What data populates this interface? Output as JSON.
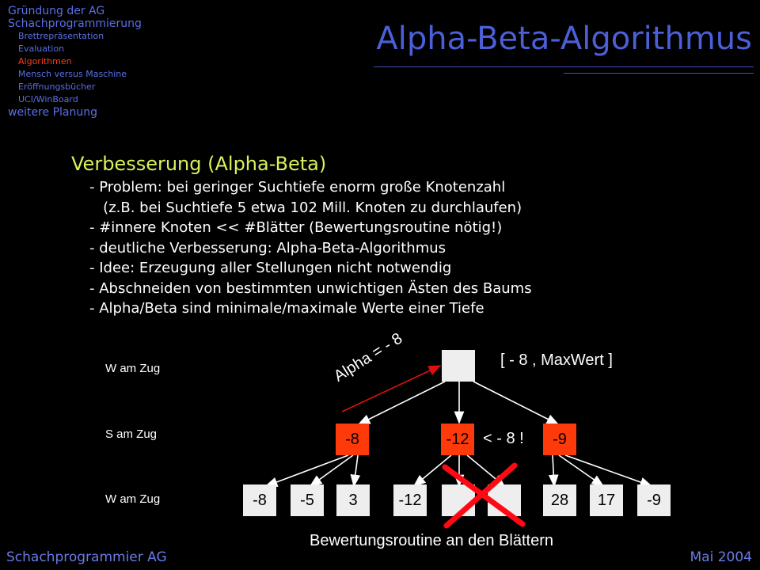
{
  "nav": {
    "items": [
      {
        "label": "Gründung der AG",
        "level": 1,
        "active": false
      },
      {
        "label": "Schachprogrammierung",
        "level": 1,
        "active": false
      },
      {
        "label": "Brettrepräsentation",
        "level": 2,
        "active": false
      },
      {
        "label": "Evaluation",
        "level": 2,
        "active": false
      },
      {
        "label": "Algorithmen",
        "level": 2,
        "active": true
      },
      {
        "label": "Mensch versus Maschine",
        "level": 2,
        "active": false
      },
      {
        "label": "Eröffnungsbücher",
        "level": 2,
        "active": false
      },
      {
        "label": "UCI/WinBoard",
        "level": 2,
        "active": false
      },
      {
        "label": "weitere Planung",
        "level": 1,
        "active": false
      }
    ]
  },
  "title": "Alpha-Beta-Algorithmus",
  "heading": "Verbesserung (Alpha-Beta)",
  "bullets": [
    "- Problem: bei geringer Suchtiefe enorm große Knotenzahl",
    "   (z.B. bei Suchtiefe 5 etwa 102 Mill. Knoten zu durchlaufen)",
    "- #innere Knoten << #Blätter (Bewertungsroutine nötig!)",
    "- deutliche Verbesserung: Alpha-Beta-Algorithmus",
    "- Idee: Erzeugung aller Stellungen nicht notwendig",
    "- Abschneiden von bestimmten unwichtigen Ästen des Baums",
    "- Alpha/Beta sind minimale/maximale Werte einer Tiefe"
  ],
  "diagram": {
    "row_labels": [
      "W am Zug",
      "S am Zug",
      "W am Zug"
    ],
    "alpha_label": "Alpha = - 8",
    "window_label": "[ - 8 , MaxWert ]",
    "cutoff_label": "< - 8 !",
    "mid_nodes": [
      "-8",
      "-12",
      "-9"
    ],
    "leaves": [
      "-8",
      "-5",
      "3",
      "-12",
      "",
      "",
      "28",
      "17",
      "-9"
    ],
    "caption": "Bewertungsroutine an den Blättern",
    "colors": {
      "node_red": "#ff3a0a",
      "leaf": "#eeeeee",
      "cross": "#ff0a14",
      "arrow": "#e01010"
    }
  },
  "footer": {
    "left": "Schachprogrammier AG",
    "right": "Mai 2004"
  }
}
